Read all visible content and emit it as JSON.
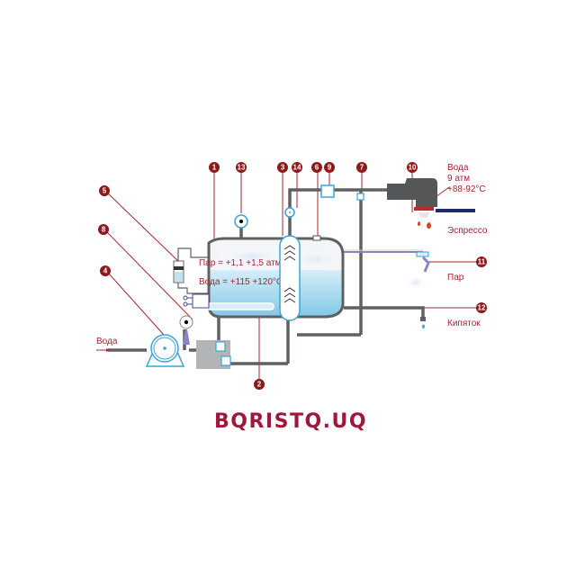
{
  "diagram": {
    "title": "Espresso machine boiler scheme",
    "callouts": [
      "1",
      "2",
      "3",
      "4",
      "5",
      "6",
      "7",
      "8",
      "9",
      "10",
      "11",
      "12",
      "13",
      "14"
    ],
    "tank": {
      "steam_label": "Пар = +1,1 +1,5 атм",
      "water_label": "Вода = +115 +120°C"
    },
    "labels": {
      "water_in": "Вода",
      "group_water": "Вода",
      "group_pressure": "9 атм",
      "group_temp": "+88-92°C",
      "espresso": "Эспрессо",
      "steam": "Пар",
      "hot_water": "Кипяток"
    },
    "colors": {
      "callout": "#8b1a1a",
      "label_text": "#a32535",
      "pipe": "#5f6062",
      "tank_outline": "#5f6062",
      "water": "#9ed2ea",
      "component_outline": "#3aa4d8",
      "brand": "#a0173a"
    }
  },
  "brand": {
    "logo_text": "BQRISTQ.UQ"
  }
}
